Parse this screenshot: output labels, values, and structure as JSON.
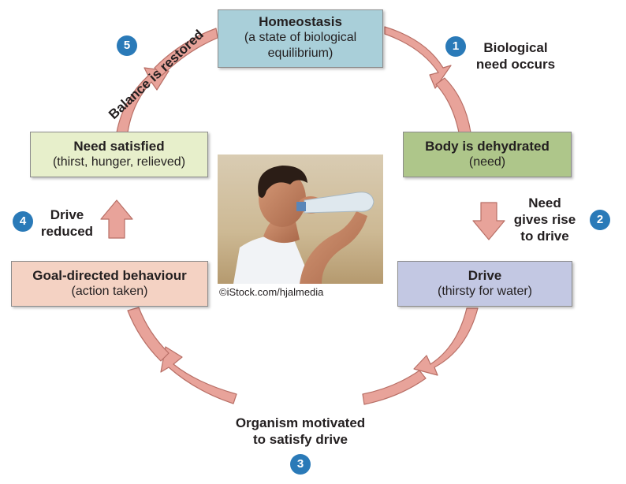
{
  "nodes": {
    "homeostasis": {
      "title": "Homeostasis",
      "subtitle_line1": "(a state of biological",
      "subtitle_line2": "equilibrium)",
      "fill": "#a9cfd9"
    },
    "dehydrated": {
      "title": "Body is dehydrated",
      "subtitle": "(need)",
      "fill": "#aec68a"
    },
    "drive": {
      "title": "Drive",
      "subtitle": "(thirsty for water)",
      "fill": "#c3c8e3"
    },
    "goal": {
      "title": "Goal-directed behaviour",
      "subtitle": "(action taken)",
      "fill": "#f4d2c3"
    },
    "satisfied": {
      "title": "Need satisfied",
      "subtitle": "(thirst, hunger, relieved)",
      "fill": "#e7efcb"
    }
  },
  "steps": {
    "s1": {
      "number": "1",
      "line1": "Biological",
      "line2": "need occurs"
    },
    "s2": {
      "number": "2",
      "line1": "Need",
      "line2": "gives rise",
      "line3": "to drive"
    },
    "s3": {
      "number": "3",
      "line1": "Organism motivated",
      "line2": "to satisfy drive"
    },
    "s4": {
      "number": "4",
      "line1": "Drive",
      "line2": "reduced"
    },
    "s5": {
      "number": "5",
      "label": "Balance is restored"
    }
  },
  "photo": {
    "credit": "©iStock.com/hjalmedia"
  },
  "colors": {
    "arrow": "#e8a39a",
    "arrow_stroke": "#b86f66",
    "badge": "#2a7ab8"
  }
}
